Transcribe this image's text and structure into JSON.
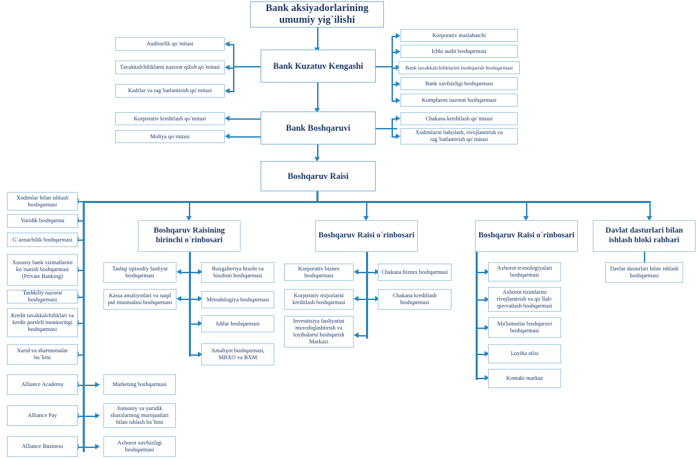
{
  "diagram": {
    "title": "Bank organizational structure chart",
    "colors": {
      "connector": "#2b86bf",
      "box_border": "#9fc6e0",
      "text": "#1f3864",
      "background": "#ffffff"
    }
  },
  "top": {
    "shareholders_meeting": "Bank aksiyadorlarining umumiy yig`ilishi",
    "supervisory_board": "Bank Kuzatuv Kengashi",
    "management_board": "Bank Boshqaruvi",
    "chairman": "Boshqaruv Raisi"
  },
  "board_left_committees": [
    {
      "label": "Auditorlik qo`mitasi"
    },
    {
      "label": "Tavakkalchiliklarni nazorat qilish qo`mitasi"
    },
    {
      "label": "Kadrlar va rag`batlantirish qo`mitasi"
    }
  ],
  "board_right_units": [
    {
      "label": "Korporativ maslahatchi"
    },
    {
      "label": "Ichki audit boshqarmasi"
    },
    {
      "label": "Bank tavakkalchiliklarini boshqarish boshqarmasi"
    },
    {
      "label": "Bank xavfsizligi boshqarmasi"
    },
    {
      "label": "Komplaens nazorat boshqarmasi"
    }
  ],
  "management_left_committees": [
    {
      "label": "Korporativ kreditlash qo`mitasi"
    },
    {
      "label": "Moliya qo`mitasi"
    }
  ],
  "management_right_committees": [
    {
      "label": "Chakana kreditlash qo`mitasi"
    },
    {
      "label": "Xodimlarni baholash, rivojlantirish va rag`batlantirish qo`mitasi"
    }
  ],
  "chairman_direct_units": [
    {
      "label": "Xodimlar bilan ishlash boshqarmasi"
    },
    {
      "label": "Yuridik boshqarma"
    },
    {
      "label": "G`aznachilik boshqarmasi"
    },
    {
      "label": "Xususiy bank xizmatlarini ko`rsatish boshqarmasi (Private Banking)"
    },
    {
      "label": "Tashkiliy nazorat boshqarmasi"
    },
    {
      "label": "Kredit tavakkalchiliklari va kredit portfeli monitoringi boshqarmasi"
    },
    {
      "label": "Xarid va shartnomalar bo`limi"
    },
    {
      "label": "Alliance Academy"
    },
    {
      "label": "Alliance Pay"
    },
    {
      "label": "Alliance Business"
    }
  ],
  "chairman_direct_units_col2": [
    {
      "label": "Marketing boshqarmasi"
    },
    {
      "label": "Jismoniy va yuridik shaxslarning murojaatlari bilan ishlash bo`limi"
    },
    {
      "label": "Axborot xavfsizligi boshqarmasi"
    }
  ],
  "branches": [
    {
      "id": "first-deputy",
      "title": "Boshqaruv Raisining birinchi o`rinbosari",
      "left_units": [
        {
          "label": "Tashqi iqtisodiy faoliyat boshqarmasi"
        },
        {
          "label": "Kassa amaliyotlari va naqd pul muomalasi boshqarmasi"
        }
      ],
      "right_units": [
        {
          "label": "Buxgalteriya hisobi va hisoboti boshqarmasi"
        },
        {
          "label": "Metodologiya boshqarmasi"
        },
        {
          "label": "Ishlar boshqarmasi"
        },
        {
          "label": "Amaliyot boshqarmasi, MBXO va BXM"
        }
      ]
    },
    {
      "id": "deputy-business",
      "title": "Boshqaruv Raisi o`rinbosari",
      "left_units": [
        {
          "label": "Korporativ biznes boshqarmasi"
        },
        {
          "label": "Korporativ mijozlarni kreditlash boshqarmasi"
        },
        {
          "label": "Investitsiya faoliyatini muvofiqlashtirish va loyihalarni boshqarish Markazi"
        }
      ],
      "right_units": [
        {
          "label": "Chakana biznes boshqarmasi"
        },
        {
          "label": "Chakana kreditlash boshqarmasi"
        }
      ]
    },
    {
      "id": "deputy-it",
      "title": "Boshqaruv Raisi o`rinbosari",
      "left_units": [],
      "right_units": [
        {
          "label": "Axborot texnologiyalari boshqarmasi"
        },
        {
          "label": "Axborot tizimlarini rivojlantirish va qo`llab-quvvatlash boshqarmasi"
        },
        {
          "label": "Ma'lumotlar boshqaruvi boshqarmasi"
        },
        {
          "label": "Loyiha ofisi"
        },
        {
          "label": "Kontakt markaz"
        }
      ]
    },
    {
      "id": "state-programs",
      "title": "Davlat dasturlari bilan ishlash bloki rahbari",
      "left_units": [],
      "right_units": [
        {
          "label": "Davlat dasturlari bilan ishlash boshqarmasi"
        }
      ]
    }
  ]
}
